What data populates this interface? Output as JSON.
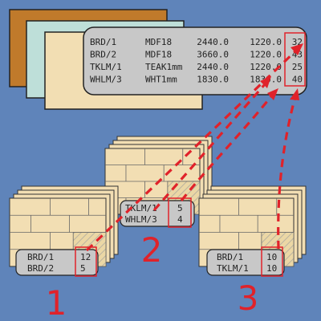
{
  "colors": {
    "background": "#5f84ba",
    "annotation": "#e0222a",
    "sheet_face": "#f2deb3",
    "sheet_edge": "#e6cf98",
    "label_box": "#c8c8c8",
    "teak_sheet": "#c07a2b",
    "blue_sheet": "#bedfd9"
  },
  "cutting_list": {
    "rows": [
      {
        "name": "BRD/1",
        "material": "MDF18",
        "length": "2440.0",
        "width": "1220.0",
        "qty": "32"
      },
      {
        "name": "BRD/2",
        "material": "MDF18",
        "length": "3660.0",
        "width": "1220.0",
        "qty": "43"
      },
      {
        "name": "TKLM/1",
        "material": "TEAK1mm",
        "length": "2440.0",
        "width": "1220.0",
        "qty": "25"
      },
      {
        "name": "WHLM/3",
        "material": "WHT1mm",
        "length": "1830.0",
        "width": "1830.0",
        "qty": "40"
      }
    ]
  },
  "stacks": [
    {
      "number": "1",
      "rows": [
        {
          "name": "BRD/1",
          "qty": "12"
        },
        {
          "name": "BRD/2",
          "qty": "5"
        }
      ]
    },
    {
      "number": "2",
      "rows": [
        {
          "name": "TKLM/1",
          "qty": "5"
        },
        {
          "name": "WHLM/3",
          "qty": "4"
        }
      ]
    },
    {
      "number": "3",
      "rows": [
        {
          "name": "BRD/1",
          "qty": "10"
        },
        {
          "name": "TKLM/1",
          "qty": "10"
        }
      ]
    }
  ]
}
